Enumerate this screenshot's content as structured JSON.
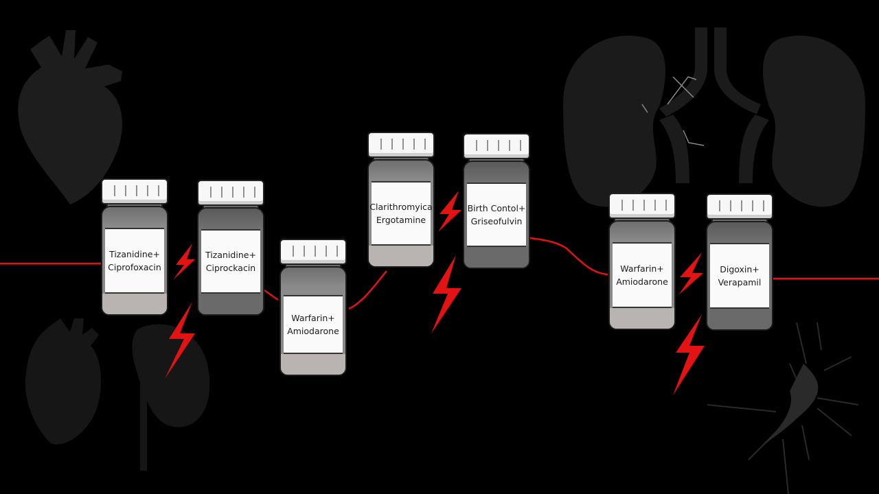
{
  "scene": {
    "background_color": "#000000",
    "accent_color": "#e41313",
    "organ_color": "#1e1e1e",
    "background_icons": [
      "heart-icon",
      "kidneys-icon",
      "heart-icon",
      "kidney-icon",
      "neuron-icon"
    ]
  },
  "vials": [
    {
      "line1": "Tizanidine+",
      "line2": "Ciprofoxacin"
    },
    {
      "line1": "Tizanidine+",
      "line2": "Ciprockacin"
    },
    {
      "line1": "Warfarin+",
      "line2": "Amiodarone"
    },
    {
      "line1": "Clarithromyica",
      "line2": "Ergotamine"
    },
    {
      "line1": "Birth Contol+",
      "line2": "Griseofulvin"
    },
    {
      "line1": "Warfarin+",
      "line2": "Amiodarone"
    },
    {
      "line1": "Digoxin+",
      "line2": "Verapamil"
    }
  ]
}
